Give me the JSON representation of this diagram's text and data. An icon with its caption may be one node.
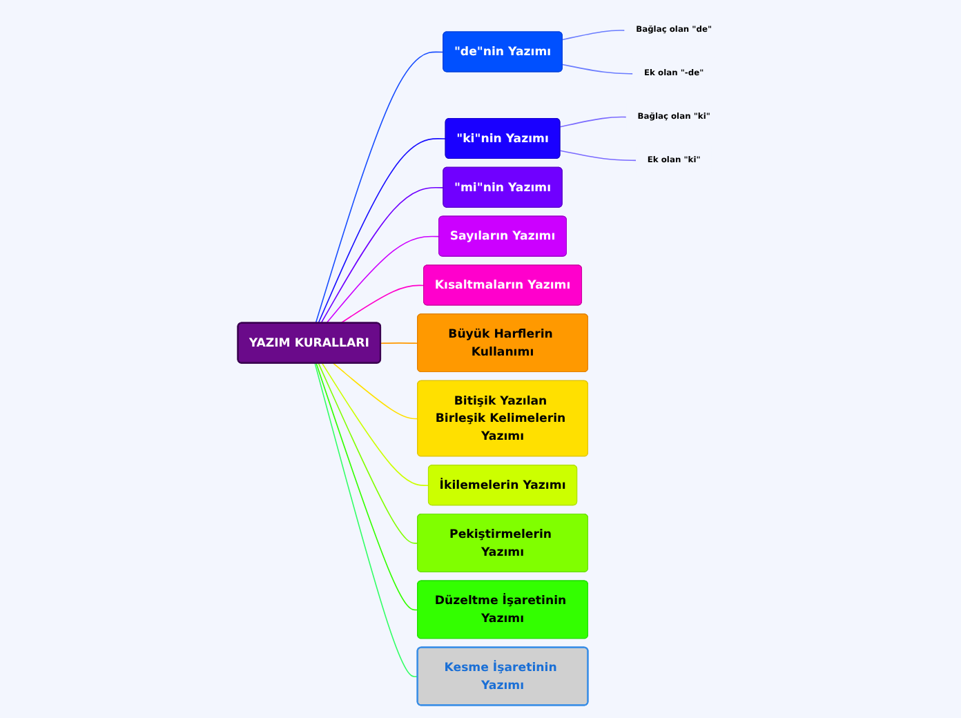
{
  "diagram": {
    "nodes": [
      {
        "text": [
          "YAZIM KURALLARI"
        ]
      },
      {
        "text": [
          "\"de\"nin Yazımı"
        ]
      },
      {
        "text": [
          "Bağlaç olan \"de\""
        ]
      },
      {
        "text": [
          "Ek olan \"-de\""
        ]
      },
      {
        "text": [
          "\"ki\"nin Yazımı"
        ]
      },
      {
        "text": [
          "Bağlaç olan \"ki\""
        ]
      },
      {
        "text": [
          "Ek olan \"ki\""
        ]
      },
      {
        "text": [
          "\"mi\"nin Yazımı"
        ]
      },
      {
        "text": [
          "Sayıların Yazımı"
        ]
      },
      {
        "text": [
          "Kısaltmaların Yazımı"
        ]
      },
      {
        "text": [
          "Büyük Harflerin Kullanımı"
        ]
      },
      {
        "text": [
          "Bitişik Yazılan Birleşik Kelimelerin Yazımı"
        ]
      },
      {
        "text": [
          "İkilemelerin Yazımı"
        ]
      },
      {
        "text": [
          "Pekiştirmelerin Yazımı"
        ]
      },
      {
        "text": [
          "Düzeltme İşaretinin Yazımı"
        ]
      },
      {
        "text": [
          "Kesme İşaretinin Yazımı"
        ]
      }
    ],
    "edges": [
      {
        "from": 0,
        "to": 1,
        "arrow": "none",
        "color": "#1a4fff"
      },
      {
        "from": 1,
        "to": 2,
        "arrow": "none",
        "color": "#6a7cff"
      },
      {
        "from": 1,
        "to": 3,
        "arrow": "none",
        "color": "#6a7cff"
      },
      {
        "from": 0,
        "to": 4,
        "arrow": "none",
        "color": "#1a10ff"
      },
      {
        "from": 4,
        "to": 5,
        "arrow": "none",
        "color": "#7a6aff"
      },
      {
        "from": 4,
        "to": 6,
        "arrow": "none",
        "color": "#7a6aff"
      },
      {
        "from": 0,
        "to": 7,
        "arrow": "none",
        "color": "#7000ff"
      },
      {
        "from": 0,
        "to": 8,
        "arrow": "none",
        "color": "#cc00ff"
      },
      {
        "from": 0,
        "to": 9,
        "arrow": "none",
        "color": "#ff00cc"
      },
      {
        "from": 0,
        "to": 10,
        "arrow": "none",
        "color": "#ff9900"
      },
      {
        "from": 0,
        "to": 11,
        "arrow": "none",
        "color": "#ffe000"
      },
      {
        "from": 0,
        "to": 12,
        "arrow": "none",
        "color": "#ccff00"
      },
      {
        "from": 0,
        "to": 13,
        "arrow": "none",
        "color": "#80ff00"
      },
      {
        "from": 0,
        "to": 14,
        "arrow": "none",
        "color": "#33ff00"
      },
      {
        "from": 0,
        "to": 15,
        "arrow": "none",
        "color": "#33ff66"
      }
    ]
  }
}
